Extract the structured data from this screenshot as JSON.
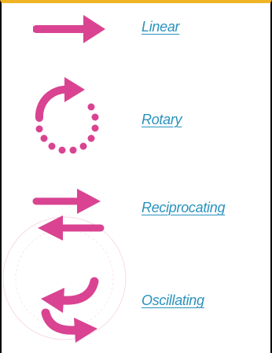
{
  "colors": {
    "accent": "#d94391",
    "link": "#2a92bd",
    "top_border": "#f0b323",
    "side_border": "#000000"
  },
  "motions": [
    {
      "label": "Linear",
      "icon": "arrow-right-icon"
    },
    {
      "label": "Rotary",
      "icon": "circular-rotation-icon"
    },
    {
      "label": "Reciprocating",
      "icon": "opposing-arrows-icon"
    },
    {
      "label": "Oscillating",
      "icon": "back-and-forth-arc-icon"
    }
  ]
}
